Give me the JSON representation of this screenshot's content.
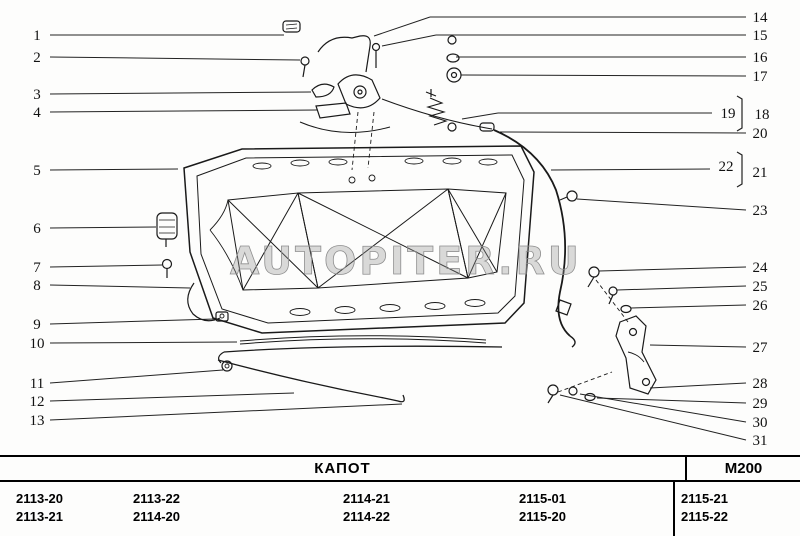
{
  "diagram": {
    "watermark": "AUTOPITER.RU",
    "callouts_left": [
      "1",
      "2",
      "3",
      "4",
      "5",
      "6",
      "7",
      "8",
      "9",
      "10",
      "11",
      "12",
      "13"
    ],
    "callouts_right": [
      "14",
      "15",
      "16",
      "17",
      "18",
      "19",
      "20",
      "21",
      "22",
      "23",
      "24",
      "25",
      "26",
      "27",
      "28",
      "29",
      "30",
      "31"
    ]
  },
  "table": {
    "title": "КАПОТ",
    "code": "М200",
    "model_columns": [
      [
        "2113-20",
        "2113-21"
      ],
      [
        "2113-22",
        "2114-20"
      ],
      [
        "2114-21",
        "2114-22"
      ],
      [
        "2115-01",
        "2115-20"
      ],
      [
        "2115-21",
        "2115-22"
      ]
    ]
  }
}
